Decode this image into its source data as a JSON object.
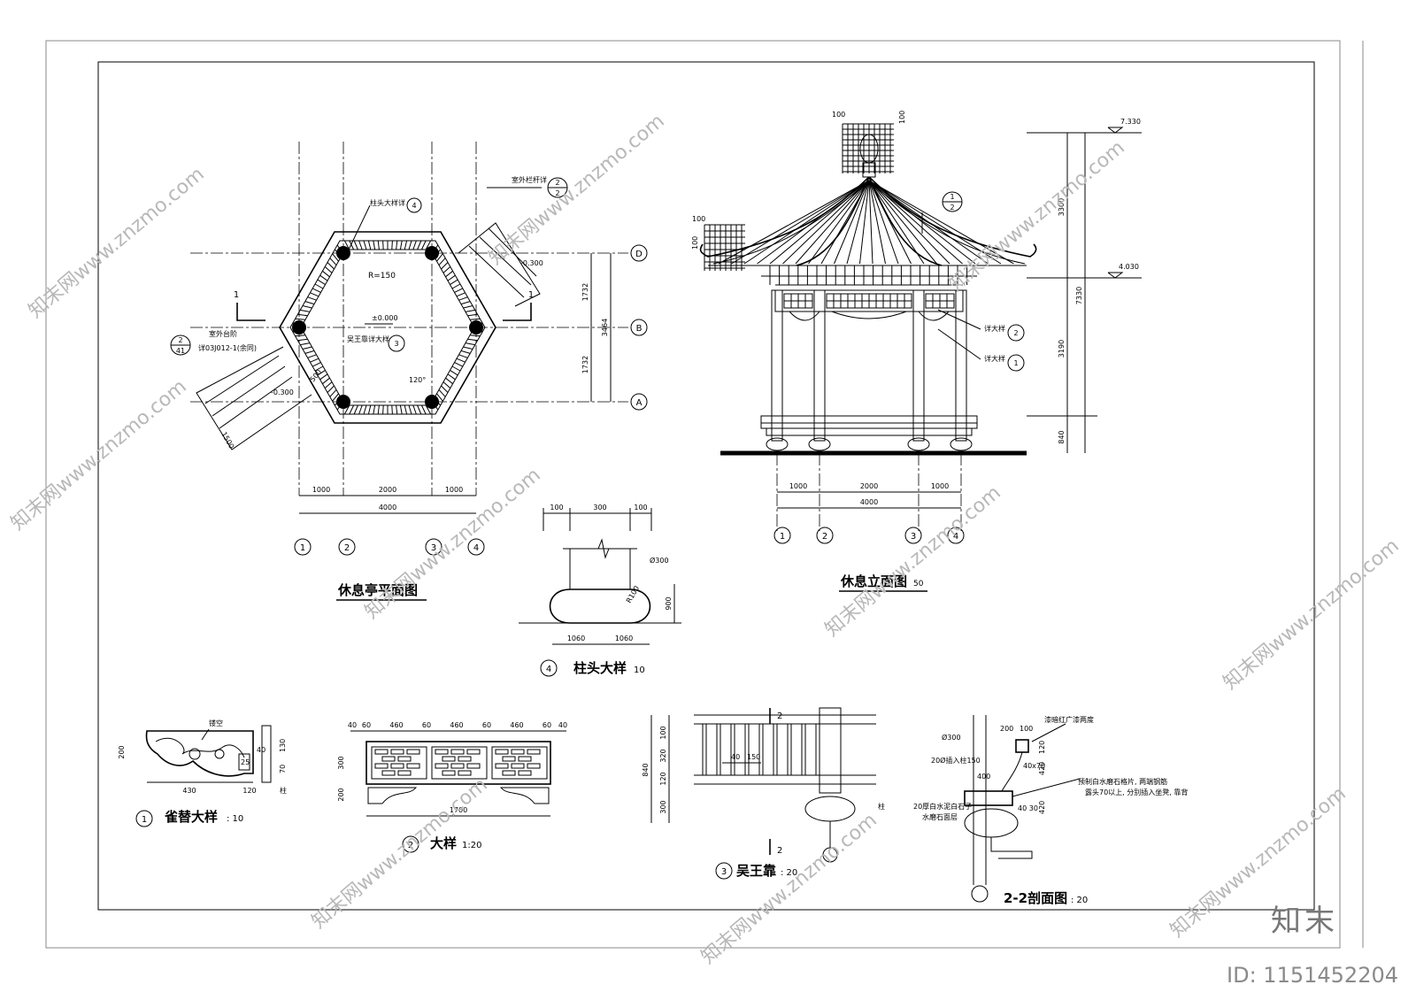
{
  "watermark": "知末网www.znzmo.com",
  "brand": "知末",
  "id_label": "ID: 1151452204",
  "plan": {
    "title": "休息亭平面图",
    "axis_rows": [
      "D",
      "B",
      "A"
    ],
    "axis_cols": [
      "1",
      "2",
      "3",
      "4"
    ],
    "radius": "R=150",
    "elev_center": "±0.000",
    "elev_step_top": "-0.300",
    "elev_step_bottom": "-0.300",
    "dim_row_upper": "1732",
    "dim_row_lower": "1732",
    "dim_row_total": "3464",
    "dim_col_1": "1000",
    "dim_col_2": "2000",
    "dim_col_3": "1000",
    "dim_col_total": "4000",
    "dim_500": "500",
    "dim_1500": "1500",
    "angle": "120°",
    "section_mark": "1",
    "note_col_head": "柱头大样详",
    "note_col_head_ref": "4",
    "note_rail": "室外栏杆详",
    "note_rail_ref_top": "2",
    "note_rail_ref_bot": "2",
    "note_wu": "吴王靠详大样",
    "note_wu_ref": "3",
    "note_step": "室外台阶",
    "note_step_ref": "详03J012-1(余同)",
    "step_ref_top": "2",
    "step_ref_bot": "41"
  },
  "elevation": {
    "title": "休息立面图",
    "title_suffix": "50",
    "elev_top": "7.330",
    "elev_mid": "4.030",
    "dim_3300": "3300",
    "dim_7330": "7330",
    "dim_3190": "3190",
    "dim_840": "840",
    "dim_100a": "100",
    "dim_100b": "100",
    "dim_100c": "100",
    "dim_100d": "100",
    "detail2": "详大样",
    "detail2_ref": "2",
    "detail1": "详大样",
    "detail1_ref": "1",
    "ref_top": "1",
    "ref_bot": "2",
    "dim_col_1": "1000",
    "dim_col_2": "2000",
    "dim_col_3": "1000",
    "dim_col_total": "4000",
    "axis_cols": [
      "1",
      "2",
      "3",
      "4"
    ]
  },
  "col_head": {
    "num": "4",
    "title": "柱头大样",
    "scale": "10",
    "dim_100a": "100",
    "dim_300": "300",
    "dim_100b": "100",
    "dia": "Ø300",
    "radius": "R100",
    "dim_900": "900",
    "dim_1060a": "1060",
    "dim_1060b": "1060"
  },
  "bracket": {
    "num": "1",
    "title": "雀替大样",
    "scale": ": 10",
    "hollow": "镂空",
    "dim_200": "200",
    "dim_430": "430",
    "dim_120": "120",
    "dim_130": "130",
    "dim_70": "70",
    "dim_40": "40",
    "dim_25": "25",
    "column": "柱"
  },
  "lattice": {
    "num": "2",
    "title": "大样",
    "scale": "1:20",
    "top_dims": [
      "40",
      "60",
      "460",
      "60",
      "460",
      "60",
      "460",
      "60",
      "40"
    ],
    "dim_300": "300",
    "dim_200": "200",
    "dim_1700": "1700"
  },
  "bench": {
    "num": "3",
    "title": "吴王靠",
    "scale": ": 20",
    "section_mark": "2",
    "dim_840": "840",
    "dim_100": "100",
    "dim_120": "120",
    "dim_320": "320",
    "dim_300": "300",
    "dim_40": "40",
    "dim_150": "150",
    "column": "柱"
  },
  "section": {
    "title": "2-2剖面图",
    "scale": ": 20",
    "dim_200": "200",
    "dim_100": "100",
    "dim_120": "120",
    "dim_420a": "420",
    "dim_400": "400",
    "dim_420b": "420",
    "dim_40_30": "40 30",
    "dim_40x70": "40x70",
    "dia": "Ø300",
    "note_paint": "漆暗红广漆两度",
    "note_rod": "20Ø插入柱150",
    "note_slab": "预制白水磨石格片, 两端钢筋",
    "note_slab2": "露头70以上, 分别插入坐凳, 靠背",
    "note_top": "20厚白水泥白石子",
    "note_top2": "水磨石面层"
  }
}
